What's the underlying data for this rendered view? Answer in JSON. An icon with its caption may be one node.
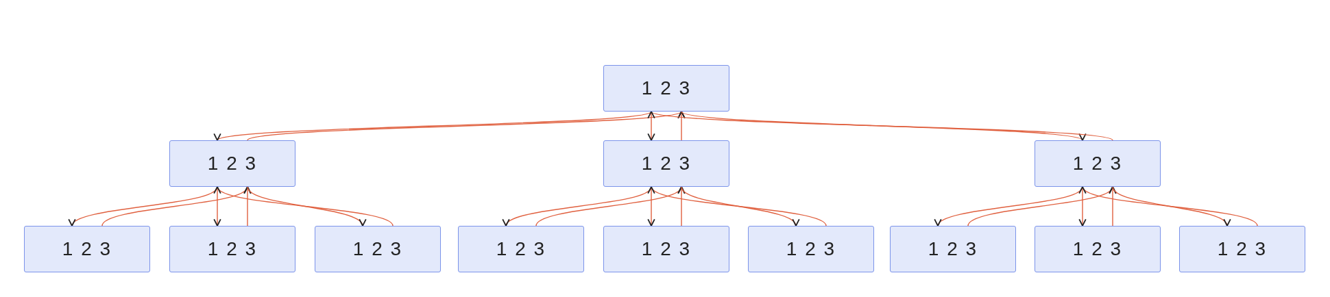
{
  "diagram": {
    "nodes": [
      {
        "text": [
          "1 2 3"
        ]
      },
      {
        "text": [
          "1 2 3"
        ]
      },
      {
        "text": [
          "1 2 3"
        ]
      },
      {
        "text": [
          "1 2 3"
        ]
      },
      {
        "text": [
          "1 2 3"
        ]
      },
      {
        "text": [
          "1 2 3"
        ]
      },
      {
        "text": [
          "1 2 3"
        ]
      },
      {
        "text": [
          "1 2 3"
        ]
      },
      {
        "text": [
          "1 2 3"
        ]
      },
      {
        "text": [
          "1 2 3"
        ]
      },
      {
        "text": [
          "1 2 3"
        ]
      },
      {
        "text": [
          "1 2 3"
        ]
      },
      {
        "text": [
          "1 2 3"
        ]
      }
    ],
    "edges": [
      {
        "from": 0,
        "to": 1,
        "arrow": "to",
        "color": "#e0603f"
      },
      {
        "from": 1,
        "to": 4,
        "arrow": "to",
        "color": "#e0603f"
      },
      {
        "from": 4,
        "to": 1,
        "arrow": "to",
        "color": "#e0603f"
      },
      {
        "from": 1,
        "to": 5,
        "arrow": "to",
        "color": "#e0603f"
      },
      {
        "from": 5,
        "to": 1,
        "arrow": "to",
        "color": "#e0603f"
      },
      {
        "from": 1,
        "to": 6,
        "arrow": "to",
        "color": "#e0603f"
      },
      {
        "from": 6,
        "to": 1,
        "arrow": "to",
        "color": "#e0603f"
      },
      {
        "from": 1,
        "to": 0,
        "arrow": "to",
        "color": "#e0603f"
      },
      {
        "from": 0,
        "to": 2,
        "arrow": "to",
        "color": "#e0603f"
      },
      {
        "from": 2,
        "to": 7,
        "arrow": "to",
        "color": "#e0603f"
      },
      {
        "from": 7,
        "to": 2,
        "arrow": "to",
        "color": "#e0603f"
      },
      {
        "from": 2,
        "to": 8,
        "arrow": "to",
        "color": "#e0603f"
      },
      {
        "from": 8,
        "to": 2,
        "arrow": "to",
        "color": "#e0603f"
      },
      {
        "from": 2,
        "to": 9,
        "arrow": "to",
        "color": "#e0603f"
      },
      {
        "from": 9,
        "to": 2,
        "arrow": "to",
        "color": "#e0603f"
      },
      {
        "from": 2,
        "to": 0,
        "arrow": "to",
        "color": "#e0603f"
      },
      {
        "from": 0,
        "to": 3,
        "arrow": "to",
        "color": "#e0603f"
      },
      {
        "from": 3,
        "to": 10,
        "arrow": "to",
        "color": "#e0603f"
      },
      {
        "from": 10,
        "to": 3,
        "arrow": "to",
        "color": "#e0603f"
      },
      {
        "from": 3,
        "to": 11,
        "arrow": "to",
        "color": "#e0603f"
      },
      {
        "from": 11,
        "to": 3,
        "arrow": "to",
        "color": "#e0603f"
      },
      {
        "from": 3,
        "to": 12,
        "arrow": "to",
        "color": "#e0603f"
      },
      {
        "from": 12,
        "to": 3,
        "arrow": "to",
        "color": "#e0603f"
      },
      {
        "from": 3,
        "to": 0,
        "arrow": "to",
        "color": "#e0603f"
      }
    ]
  }
}
